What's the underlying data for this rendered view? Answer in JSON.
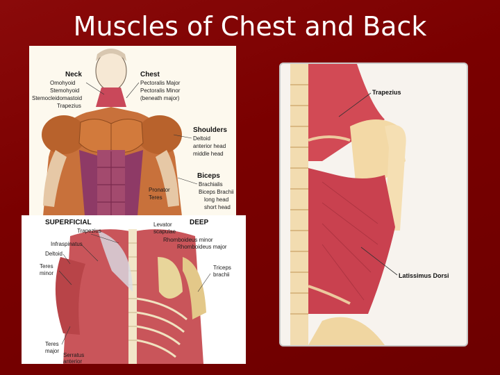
{
  "slide": {
    "title": "Muscles of Chest and Back"
  },
  "chest_panel": {
    "neck_heading": "Neck",
    "neck_items": [
      "Omohyoid",
      "Stemohyoid",
      "Stemocleidomastoid",
      "Trapezius"
    ],
    "chest_heading": "Chest",
    "chest_items": [
      "Pectoralis Major",
      "Pectoralis Minor",
      "(beneath major)"
    ],
    "shoulders_heading": "Shoulders",
    "shoulders_items": [
      "Deltoid",
      "anterior head",
      "middle head"
    ],
    "biceps_heading": "Biceps",
    "biceps_items": [
      "Brachialis",
      "Biceps Brachii",
      "long head",
      "short head"
    ],
    "pronator": [
      "Pronator",
      "Teres"
    ]
  },
  "back_panel": {
    "superficial": "SUPERFICIAL",
    "deep": "DEEP",
    "trapezius": "Trapezius",
    "levator": [
      "Levator",
      "scapulae"
    ],
    "infraspinatus": "Infraspinatus",
    "rhomboideus_minor": "Rhomboideus minor",
    "rhomboideus_major": "Rhomboideus major",
    "deltoid": "Deltoid",
    "teres_minor": [
      "Teres",
      "minor"
    ],
    "triceps": [
      "Triceps",
      "brachii"
    ],
    "teres_major": [
      "Teres",
      "major"
    ],
    "serratus": [
      "Serratus",
      "anterior"
    ]
  },
  "lat_panel": {
    "trapezius": "Trapezius",
    "latissimus": "Latissimus Dorsi"
  }
}
